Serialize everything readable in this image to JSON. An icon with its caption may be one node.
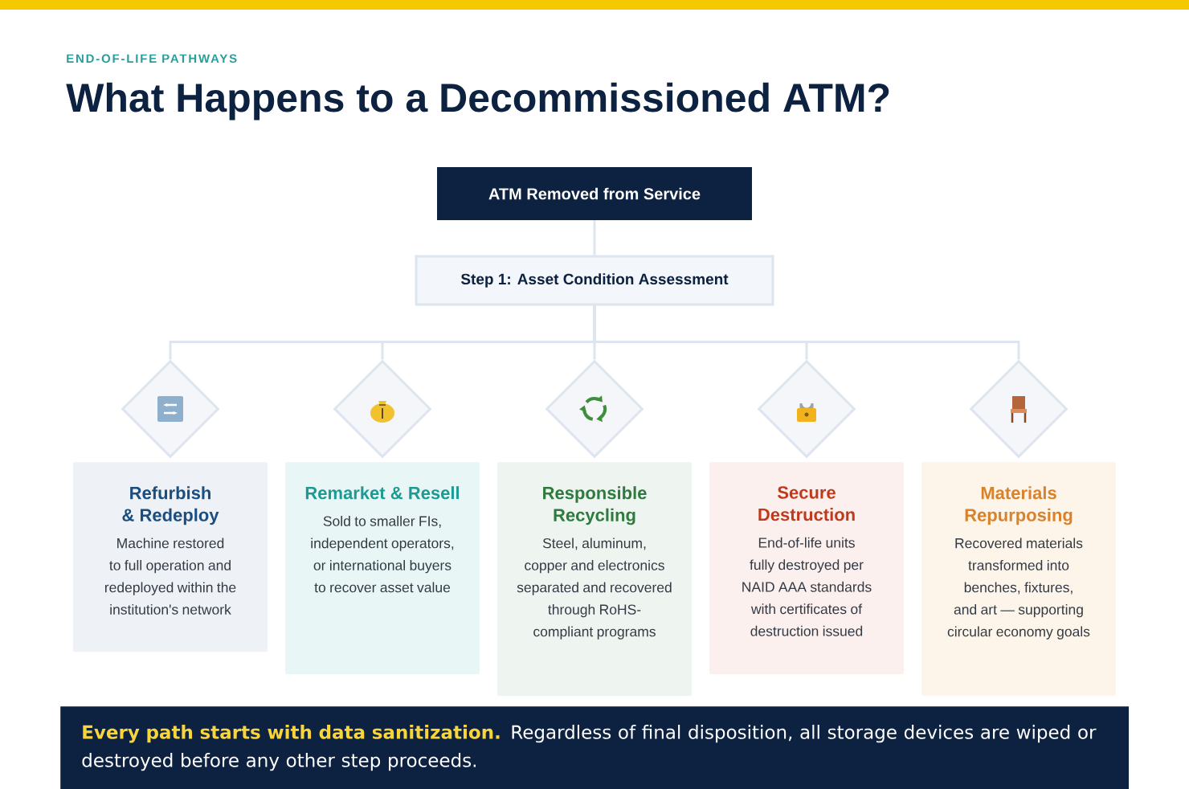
{
  "diagram": {
    "title": "What Happens to a Decommissioned ATM?",
    "nodes": [
      {
        "text": [
          "ATM Removed from Service"
        ]
      },
      {
        "text": [
          "Step 1: Asset Condition Assessment"
        ]
      },
      {
        "text": [],
        "shape": "diamond"
      },
      {
        "text": [],
        "shape": "diamond"
      },
      {
        "text": [],
        "shape": "diamond"
      },
      {
        "text": [],
        "shape": "diamond"
      },
      {
        "text": [],
        "shape": "diamond"
      },
      {
        "text": [
          "Refurbish & Redeploy",
          "Machine restored to full operation and redeployed within the institution's network"
        ]
      },
      {
        "text": [
          "Remarket & Resell",
          "Sold to smaller FIs, independent operators, or international buyers to recover asset value"
        ]
      },
      {
        "text": [
          "Responsible Recycling",
          "Steel, aluminum, copper and electronics separated and recovered through RoHS-compliant programs"
        ]
      },
      {
        "text": [
          "Secure Destruction",
          "End-of-life units fully destroyed per NAID AAA standards with certificates of destruction issued"
        ]
      },
      {
        "text": [
          "Materials Repurposing",
          "Recovered materials transformed into benches, fixtures, and art — supporting circular economy goals"
        ]
      },
      {
        "text": [
          "**Every path starts with data sanitization.** Regardless of final disposition, all storage devices are wiped or destroyed before any other step proceeds."
        ]
      }
    ],
    "edges": [
      {
        "from": 0,
        "to": 1,
        "arrow": "none"
      },
      {
        "from": 1,
        "to": 2,
        "arrow": "none"
      },
      {
        "from": 1,
        "to": 3,
        "arrow": "none"
      },
      {
        "from": 1,
        "to": 4,
        "arrow": "none"
      },
      {
        "from": 1,
        "to": 5,
        "arrow": "none"
      },
      {
        "from": 1,
        "to": 6,
        "arrow": "none"
      }
    ],
    "labels": [
      "END-OF-LIFE PATHWAYS"
    ]
  }
}
